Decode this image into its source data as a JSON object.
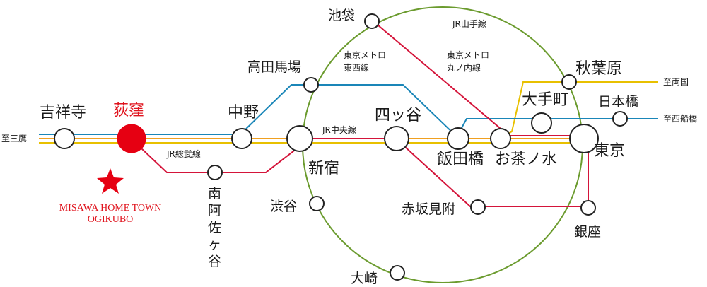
{
  "title": "",
  "colors": {
    "yamanote": "#6b9b2e",
    "chuo": "#f0a020",
    "sobu": "#e8c000",
    "tozai": "#1a86b8",
    "marunouchi": "#d4143a",
    "accent": "#e0141e",
    "station_fill": "#ffffff",
    "station_stroke": "#222222"
  },
  "lines": {
    "yamanote": "JR山手線",
    "chuo": "JR中央線",
    "sobu": "JR総武線",
    "tozai": "東京メトロ\n東西線",
    "marunouchi": "東京メトロ\n丸ノ内線"
  },
  "destinations": {
    "west": "至三鷹",
    "ryogoku": "至両国",
    "nishifunabashi": "至西船橋"
  },
  "stations": {
    "kichijoji": "吉祥寺",
    "ogikubo": "荻窪",
    "nakano": "中野",
    "takadanobaba": "高田馬場",
    "minamiasagaya": "南阿佐ヶ谷",
    "shinjuku": "新宿",
    "yotsuya": "四ッ谷",
    "iidabashi": "飯田橋",
    "ochanomizu": "お茶ノ水",
    "otemachi": "大手町",
    "akihabara": "秋葉原",
    "nihonbashi": "日本橋",
    "tokyo": "東京",
    "ikebukuro": "池袋",
    "shibuya": "渋谷",
    "akasakamitsuke": "赤坂見附",
    "ginza": "銀座",
    "osaki": "大崎"
  },
  "development": {
    "name_line1": "MISAWA HOME TOWN",
    "name_line2": "OGIKUBO",
    "marker_icon": "star-icon"
  }
}
